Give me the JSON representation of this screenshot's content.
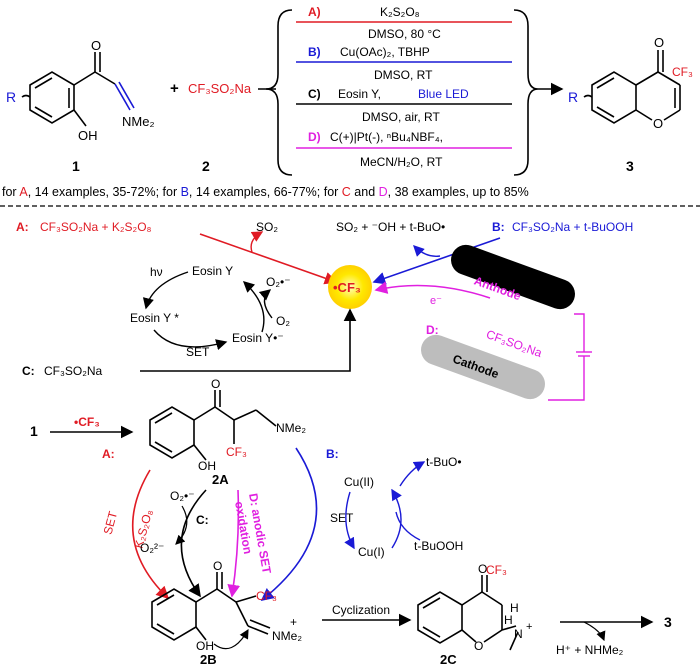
{
  "colors": {
    "blue": "#1a1ad6",
    "red": "#e01b24",
    "magenta": "#e020e0",
    "black": "#000000",
    "yellow": "#ffe800",
    "gray": "#bdbdbd"
  },
  "top": {
    "compound1_label": "1",
    "compound2_label": "2",
    "compound3_label": "3",
    "plus": "+",
    "reagent2": "CF₃SO₂Na",
    "substituent_r": "R",
    "oh": "OH",
    "nme2": "NMe₂",
    "o_top": "O",
    "cf3": "CF₃",
    "o_ring": "O",
    "conditions": [
      {
        "tag": "A)",
        "line1": "K₂S₂O₈",
        "line2": "DMSO, 80 °C"
      },
      {
        "tag": "B)",
        "line1": "Cu(OAc)₂, TBHP",
        "line2": "DMSO, RT"
      },
      {
        "tag": "C)",
        "line1a": "Eosin Y, ",
        "line1b": "Blue LED",
        "line2": "DMSO, air, RT"
      },
      {
        "tag": "D)",
        "line1": "C(+)|Pt(-), ⁿBu₄NBF₄,",
        "line2": "MeCN/H₂O, RT"
      }
    ],
    "summary": {
      "p1": "for ",
      "A": "A",
      "p2": ", 14 examples, 35-72%; for ",
      "B": "B",
      "p3": ", 14 examples, 66-77%; for ",
      "C": "C",
      "p4": " and ",
      "D": "D",
      "p5": ", 38 examples, up to 85%"
    }
  },
  "mechanism": {
    "pathA_tag": "A:",
    "pathA_reagents": "CF₃SO₂Na + K₂S₂O₈",
    "so2": "SO₂",
    "pathB_side": "SO₂ + ⁻OH + t-BuO•",
    "pathB_tag": "B:",
    "pathB_reagents": "CF₃SO₂Na + t-BuOOH",
    "radical": "•CF₃",
    "hv": "hν",
    "eosin_y": "Eosin Y",
    "eosin_y_star": "Eosin Y *",
    "eosin_y_rad": "Eosin Y•⁻",
    "o2_rad": "O₂•⁻",
    "o2": "O₂",
    "set": "SET",
    "pathC_tag": "C:",
    "pathC_reagent": "CF₃SO₂Na",
    "anode": "Anthode",
    "cathode": "Cathode",
    "electron": "e⁻",
    "pathD_tag": "D:",
    "pathD_reagent": "CF₃SO₂Na"
  },
  "lower": {
    "start": "1",
    "radical": "•CF₃",
    "int2A": "2A",
    "int2B": "2B",
    "int2C": "2C",
    "final": "3",
    "oh": "OH",
    "nme2": "NMe₂",
    "cf3": "CF₃",
    "o": "O",
    "plus": "+",
    "h": "H",
    "n": "N",
    "A_tag": "A:",
    "A_set": "SET",
    "A_reagent": "K₂S₂O₈",
    "C_tag": "C:",
    "C_top": "O₂•⁻",
    "C_bot": "O₂²⁻",
    "D_line1": "D: anodic SET",
    "D_line2": "oxidation",
    "B_tag": "B:",
    "cu2": "Cu(II)",
    "cu1": "Cu(I)",
    "tbuo": "t-BuO•",
    "tbuooh": "t-BuOOH",
    "set": "SET",
    "cyclization": "Cyclization",
    "byproduct": "H⁺ + NHMe₂"
  }
}
